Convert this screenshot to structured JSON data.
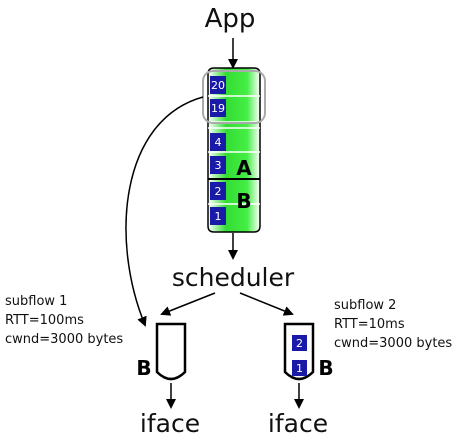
{
  "app_label": "App",
  "scheduler_label": "scheduler",
  "queue": {
    "packets": [
      "20",
      "19",
      "4",
      "3",
      "2",
      "1"
    ],
    "section_a": "A",
    "section_b": "B"
  },
  "subflows": [
    {
      "title": "subflow 1",
      "rtt": "RTT=100ms",
      "cwnd": "cwnd=3000 bytes",
      "buffer_label": "B",
      "packets": [],
      "iface_label": "iface"
    },
    {
      "title": "subflow 2",
      "rtt": "RTT=10ms",
      "cwnd": "cwnd=3000 bytes",
      "buffer_label": "B",
      "packets": [
        "2",
        "1"
      ],
      "iface_label": "iface"
    }
  ],
  "colors": {
    "queue_fill": "#33dd33",
    "packet_fill": "#1a1aa8",
    "highlight_stroke": "#aaaaaa"
  }
}
